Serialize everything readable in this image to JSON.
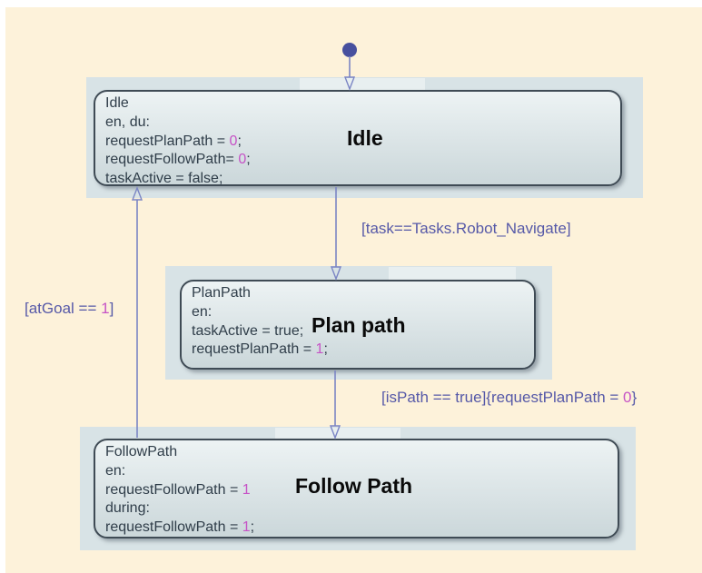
{
  "colors": {
    "canvas": "#fdf2da",
    "band": "#d8e3e6",
    "entryHighlight": "rgba(255,255,255,0.42)",
    "stateFillTop": "#edf3f4",
    "stateFillBottom": "#cbd7da",
    "stateBorder": "#3f4b55",
    "stateText": "#2f3d49",
    "annotationText": "#0a0a0a",
    "valueText": "#c653c6",
    "labelText": "#5659a8",
    "lineColor": "#7b85c4",
    "dotColor": "#47509e"
  },
  "states": [
    {
      "name": "Idle",
      "annotation": "Idle",
      "lines": [
        {
          "pre": "Idle"
        },
        {
          "pre": "en, du:"
        },
        {
          "pre": "requestPlanPath = ",
          "val": "0",
          "post": ";"
        },
        {
          "pre": "requestFollowPath= ",
          "val": "0",
          "post": ";"
        },
        {
          "pre": "taskActive = false;"
        }
      ]
    },
    {
      "name": "PlanPath",
      "annotation": "Plan path",
      "lines": [
        {
          "pre": "PlanPath"
        },
        {
          "pre": "en:"
        },
        {
          "pre": "taskActive = true;"
        },
        {
          "pre": "requestPlanPath = ",
          "val": "1",
          "post": ";"
        }
      ]
    },
    {
      "name": "FollowPath",
      "annotation": "Follow Path",
      "lines": [
        {
          "pre": "FollowPath"
        },
        {
          "pre": "en:"
        },
        {
          "pre": "requestFollowPath = ",
          "val": "1",
          "post": ""
        },
        {
          "pre": "during:"
        },
        {
          "pre": "requestFollowPath = ",
          "val": "1",
          "post": ";"
        }
      ]
    }
  ],
  "transitions": [
    {
      "name": "idle-to-planpath",
      "label_pre": "[task==Tasks.Robot_Navigate]"
    },
    {
      "name": "planpath-to-followpath",
      "label_pre": "[isPath == true]{requestPlanPath = ",
      "label_val": "0",
      "label_post": "}"
    },
    {
      "name": "followpath-to-idle",
      "label_pre": "[atGoal == ",
      "label_val": "1",
      "label_post": "]"
    }
  ]
}
